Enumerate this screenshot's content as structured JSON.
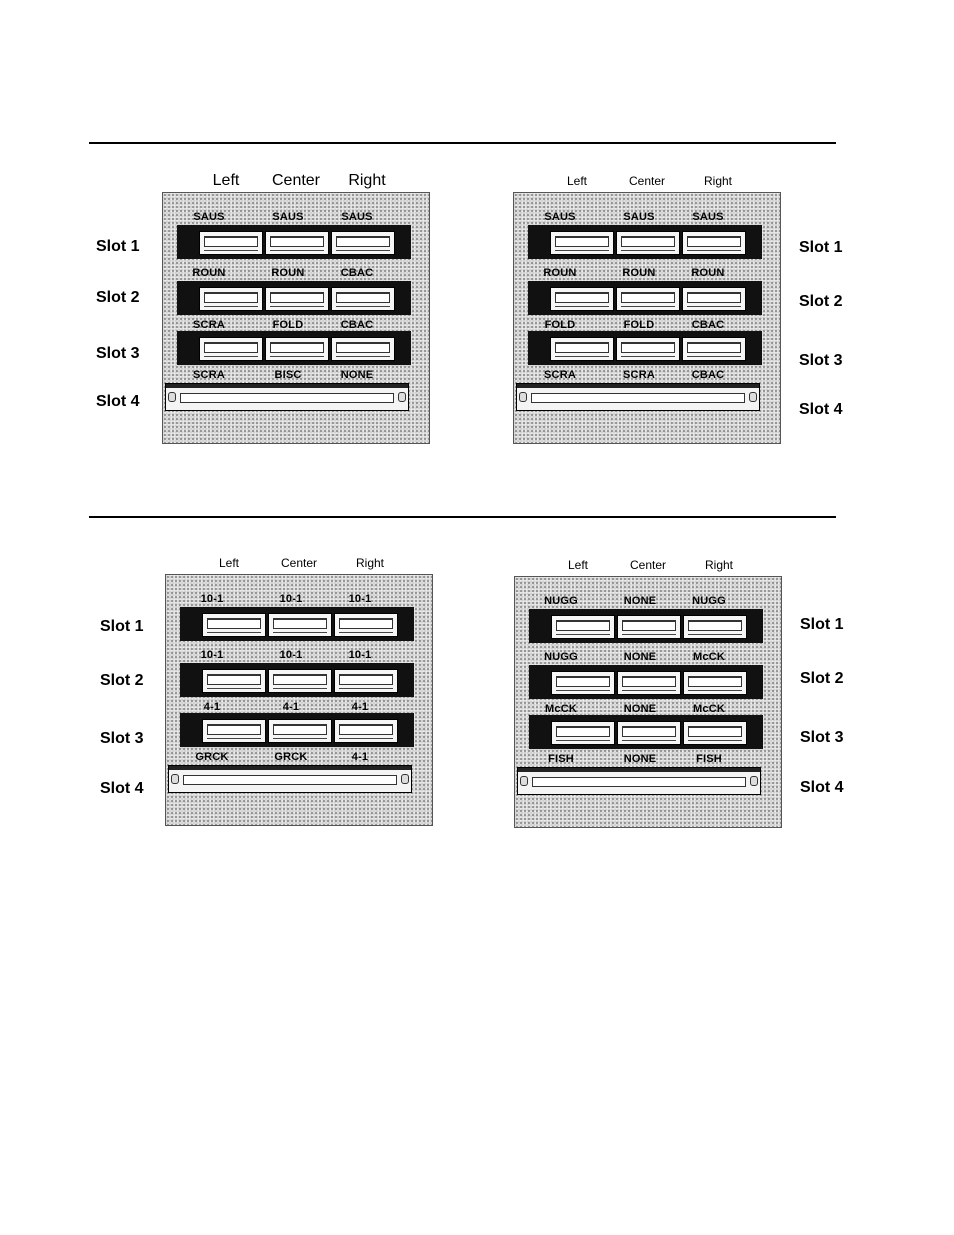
{
  "columns": [
    "Left",
    "Center",
    "Right"
  ],
  "slot_labels": [
    "Slot 1",
    "Slot 2",
    "Slot 3",
    "Slot 4"
  ],
  "diagrams": [
    {
      "slots": [
        [
          "SAUS",
          "SAUS",
          "SAUS"
        ],
        [
          "ROUN",
          "ROUN",
          "CBAC"
        ],
        [
          "SCRA",
          "FOLD",
          "CBAC"
        ],
        [
          "SCRA",
          "BISC",
          "NONE"
        ]
      ]
    },
    {
      "slots": [
        [
          "SAUS",
          "SAUS",
          "SAUS"
        ],
        [
          "ROUN",
          "ROUN",
          "ROUN"
        ],
        [
          "FOLD",
          "FOLD",
          "CBAC"
        ],
        [
          "SCRA",
          "SCRA",
          "CBAC"
        ]
      ]
    },
    {
      "slots": [
        [
          "10-1",
          "10-1",
          "10-1"
        ],
        [
          "10-1",
          "10-1",
          "10-1"
        ],
        [
          "4-1",
          "4-1",
          "4-1"
        ],
        [
          "GRCK",
          "GRCK",
          "4-1"
        ]
      ]
    },
    {
      "slots": [
        [
          "NUGG",
          "NONE",
          "NUGG"
        ],
        [
          "NUGG",
          "NONE",
          "McCK"
        ],
        [
          "McCK",
          "NONE",
          "McCK"
        ],
        [
          "FISH",
          "NONE",
          "FISH"
        ]
      ]
    }
  ]
}
